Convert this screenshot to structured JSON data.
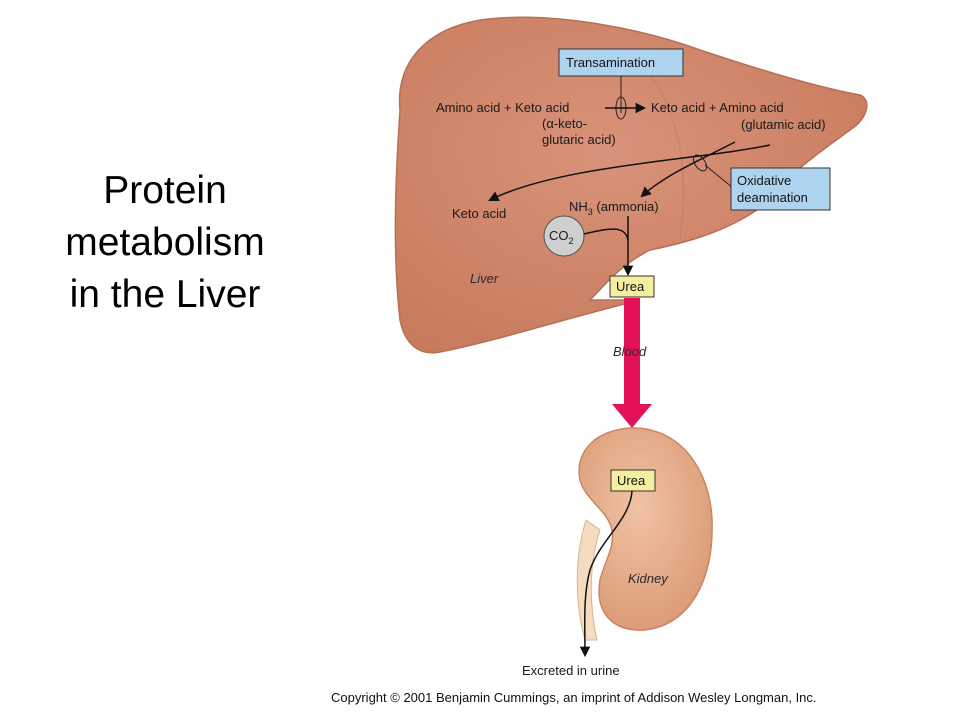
{
  "title": {
    "line1": "Protein",
    "line2": "metabolism",
    "line3": "in the Liver"
  },
  "liver": {
    "transamination_label": "Transamination",
    "reaction_left": "Amino acid + Keto acid",
    "alpha_line1": "(α-keto-",
    "alpha_line2": "glutaric acid)",
    "reaction_right": "Keto acid + Amino acid",
    "glutamic": "(glutamic acid)",
    "oxidative_line1": "Oxidative",
    "oxidative_line2": "deamination",
    "keto_acid": "Keto acid",
    "nh3_main": "NH",
    "nh3_sub": "3",
    "nh3_rest": " (ammonia)",
    "co2_main": "CO",
    "co2_sub": "2",
    "urea": "Urea",
    "organ_label": "Liver"
  },
  "blood_label": "Blood",
  "kidney": {
    "urea": "Urea",
    "organ_label": "Kidney",
    "excreted": "Excreted in urine"
  },
  "copyright": "Copyright © 2001 Benjamin Cummings, an imprint of Addison Wesley Longman, Inc.",
  "colors": {
    "organ_fill": "#cf8467",
    "organ_stroke": "#b86f53",
    "kidney_fill": "#e0a27e",
    "blue_box": "#aed3ef",
    "yellow_box": "#f4ee9e",
    "blood_arrow": "#e3105a",
    "co2_circle": "#cfcfcf"
  }
}
